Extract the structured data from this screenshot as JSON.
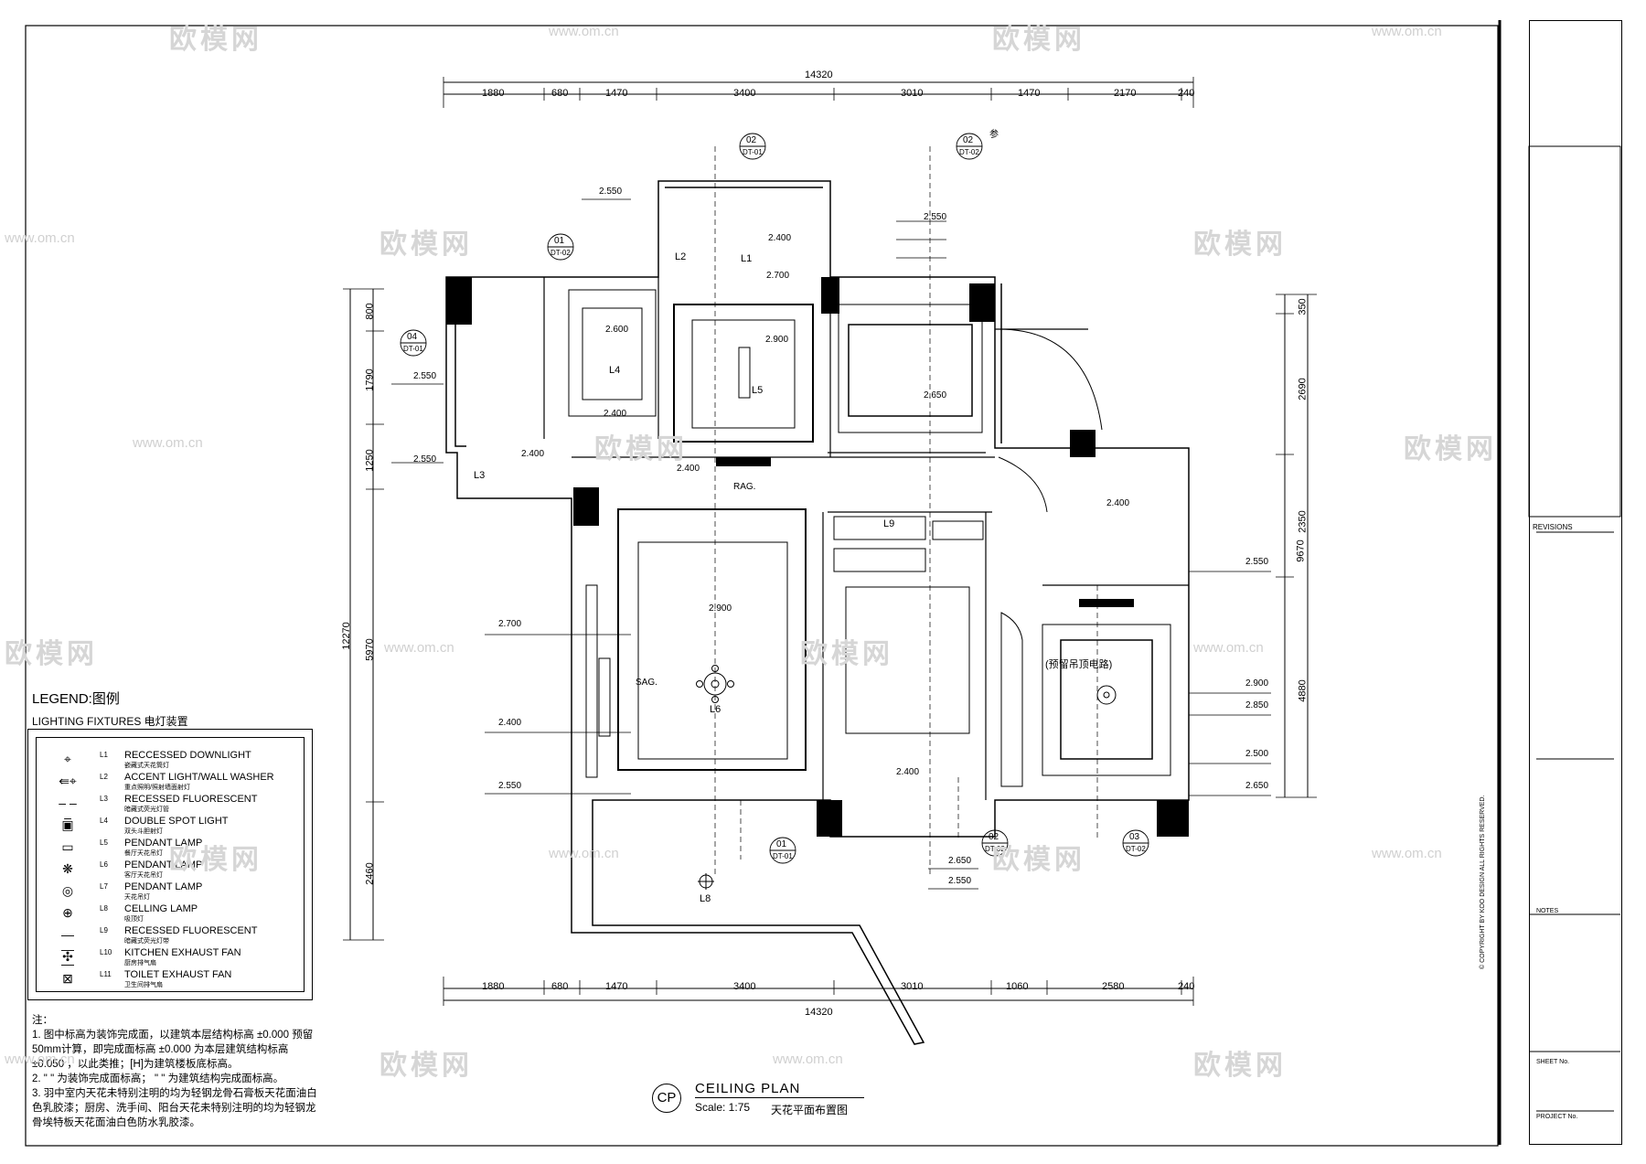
{
  "drawing": {
    "dims_top": [
      "14320",
      "1880",
      "680",
      "1470",
      "3400",
      "3010",
      "1470",
      "2170",
      "240"
    ],
    "dims_bottom": [
      "14320",
      "1880",
      "680",
      "1470",
      "3400",
      "3010",
      "1060",
      "2580",
      "240"
    ],
    "dims_left": [
      "12270",
      "800",
      "1790",
      "1250",
      "5970",
      "2460"
    ],
    "dims_right": [
      "9670",
      "350",
      "2690",
      "2350",
      "4880"
    ],
    "sections": [
      {
        "num": "02",
        "ref": "DT-01"
      },
      {
        "num": "02",
        "ref": "DT-02"
      },
      {
        "num": "01",
        "ref": "DT-02"
      },
      {
        "num": "04",
        "ref": "DT-01"
      },
      {
        "num": "01",
        "ref": "DT-01"
      },
      {
        "num": "02",
        "ref": "DT-02"
      },
      {
        "num": "03",
        "ref": "DT-02"
      }
    ],
    "section_note": "参",
    "levels": [
      "2.550",
      "2.400",
      "2.700",
      "2.550",
      "2.400",
      "2.650",
      "2.600",
      "2.900",
      "2.550",
      "2.550",
      "2.400",
      "2.400",
      "2.400",
      "2.700",
      "2.900",
      "2.400",
      "2.550",
      "2.400",
      "2.650",
      "2.550",
      "2.900",
      "2.850",
      "2.500",
      "2.650",
      "2.550"
    ],
    "room_marks": [
      "L1",
      "L2",
      "L3",
      "L4",
      "L5",
      "L6",
      "L8",
      "L9",
      "SAG.",
      "RAG."
    ],
    "reserved_circuit": "(预留吊顶电路)"
  },
  "legend": {
    "title": "LEGEND:图例",
    "subtitle": "LIGHTING FIXTURES 电灯装置",
    "items": [
      {
        "code": "L1",
        "name": "RECCESSED DOWNLIGHT",
        "cn": "嵌藏式天花筒灯",
        "icon": "downlight-icon",
        "sym": "⌖"
      },
      {
        "code": "L2",
        "name": "ACCENT LIGHT/WALL WASHER",
        "cn": "重点照明/照射墙面射灯",
        "icon": "wall-washer-icon",
        "sym": "⇚⌖"
      },
      {
        "code": "L3",
        "name": "RECESSED FLUORESCENT",
        "cn": "暗藏式荧光灯管",
        "icon": "fluorescent-icon",
        "sym": "– – –"
      },
      {
        "code": "L4",
        "name": "DOUBLE SPOT LIGHT",
        "cn": "双头斗胆射灯",
        "icon": "double-spot-icon",
        "sym": "▣"
      },
      {
        "code": "L5",
        "name": "PENDANT LAMP",
        "cn": "餐厅天花吊灯",
        "icon": "pendant-lamp-icon",
        "sym": "▭"
      },
      {
        "code": "L6",
        "name": "PENDANT LAMP",
        "cn": "客厅天花吊灯",
        "icon": "chandelier-icon",
        "sym": "❋"
      },
      {
        "code": "L7",
        "name": "PENDANT LAMP",
        "cn": "天花吊灯",
        "icon": "pendant-icon",
        "sym": "◎"
      },
      {
        "code": "L8",
        "name": "CELLING LAMP",
        "cn": "吸顶灯",
        "icon": "ceiling-lamp-icon",
        "sym": "⊕"
      },
      {
        "code": "L9",
        "name": "RECESSED FLUORESCENT",
        "cn": "暗藏式荧光灯带",
        "icon": "fluorescent-strip-icon",
        "sym": "— — —"
      },
      {
        "code": "L10",
        "name": "KITCHEN  EXHAUST FAN",
        "cn": "厨房排气扇",
        "icon": "kitchen-fan-icon",
        "sym": "✣"
      },
      {
        "code": "L11",
        "name": "TOILET EXHAUST FAN",
        "cn": "卫生间排气扇",
        "icon": "toilet-fan-icon",
        "sym": "⊠"
      }
    ]
  },
  "notes": {
    "head": "注：",
    "lines": [
      "1. 图中标高为装饰完成面，以建筑本层结构标高 ±0.000 预留50mm计算，即完成面标高 ±0.000 为本层建筑结构标高 ±0.050 ，以此类推；[H]为建筑楼板底标高。",
      "2. \" \" 为装饰完成面标高； \" \" 为建筑结构完成面标高。",
      "3. 羽中室内天花未特别注明的均为轻钢龙骨石膏板天花面油白色乳胶漆；厨房、洗手间、阳台天花未特别注明的均为轻钢龙骨埃特板天花面油白色防水乳胶漆。"
    ]
  },
  "title": {
    "code": "CP",
    "name": "CEILING    PLAN",
    "scale": "Scale: 1:75",
    "cn": "天花平面布置图"
  },
  "title_block": {
    "revisions": "REVISIONS",
    "notes": "NOTES",
    "sheet": "SHEET No.",
    "project": "PROJECT No.",
    "copyright": "© COPYRIGHT BY  KOO  DESIGN  ALL RIGHTS  RESERVED."
  },
  "watermark": {
    "brand": "欧模网",
    "url": "www.om.cn"
  }
}
